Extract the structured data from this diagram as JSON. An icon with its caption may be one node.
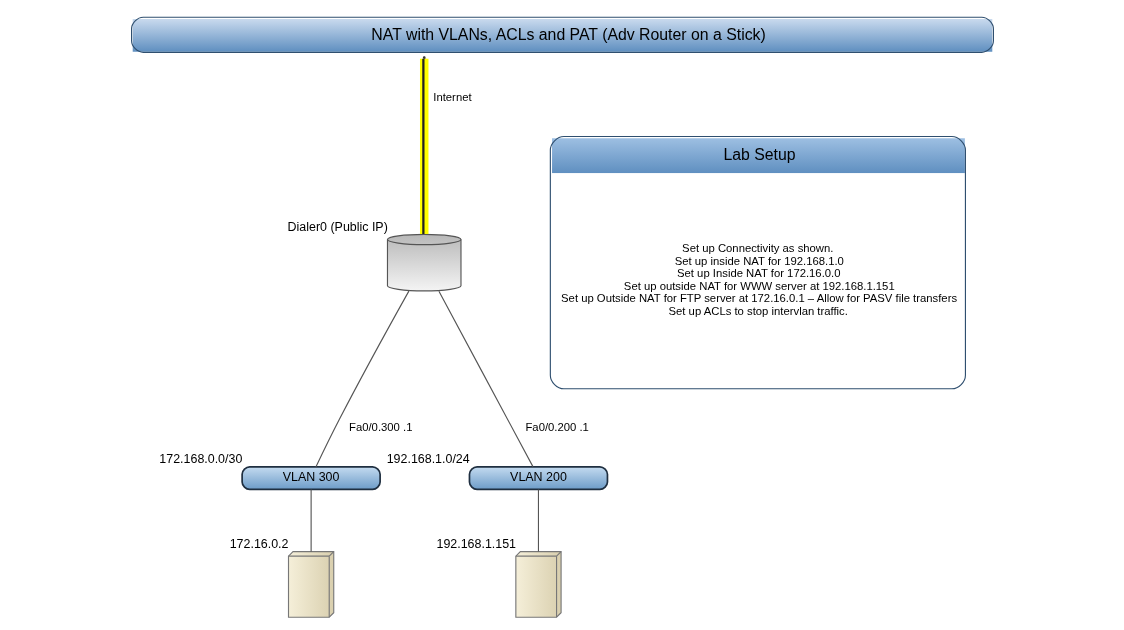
{
  "diagram": {
    "title": "NAT with VLANs, ACLs and PAT (Adv Router on a Stick)",
    "nodes": [
      {
        "text": [
          "Lab Setup",
          "Set up Connectivity as shown.",
          "Set up inside NAT for 192.168.1.0",
          "Set up Inside NAT for 172.16.0.0",
          "Set up outside NAT for WWW server at 192.168.1.151",
          "Set up Outside NAT for FTP server at 172.16.0.1 – Allow for PASV file transfers",
          "Set up ACLs to stop intervlan traffic."
        ]
      },
      {
        "text": [],
        "shape": "picture",
        "beside": [
          "Dialer0 (Public IP)"
        ]
      },
      {
        "text": [
          "VLAN 300"
        ],
        "beside": [
          "172.168.0.0/30"
        ]
      },
      {
        "text": [
          "VLAN 200"
        ],
        "beside": [
          "192.168.1.0/24"
        ]
      },
      {
        "text": [],
        "shape": "picture",
        "beside": [
          "172.16.0.2"
        ]
      },
      {
        "text": [],
        "shape": "picture",
        "beside": [
          "192.168.1.151"
        ]
      }
    ],
    "edges": [
      {
        "from": null,
        "to": 1,
        "arrow": "none",
        "label": "Internet",
        "style": "thick",
        "color": "#ffff00"
      },
      {
        "from": 1,
        "to": 2,
        "arrow": "none",
        "label": "Fa0/0.300 .1"
      },
      {
        "from": 1,
        "to": 3,
        "arrow": "none",
        "label": "Fa0/0.200 .1"
      },
      {
        "from": 2,
        "to": 4,
        "arrow": "none"
      },
      {
        "from": 3,
        "to": 5,
        "arrow": "none"
      }
    ]
  }
}
